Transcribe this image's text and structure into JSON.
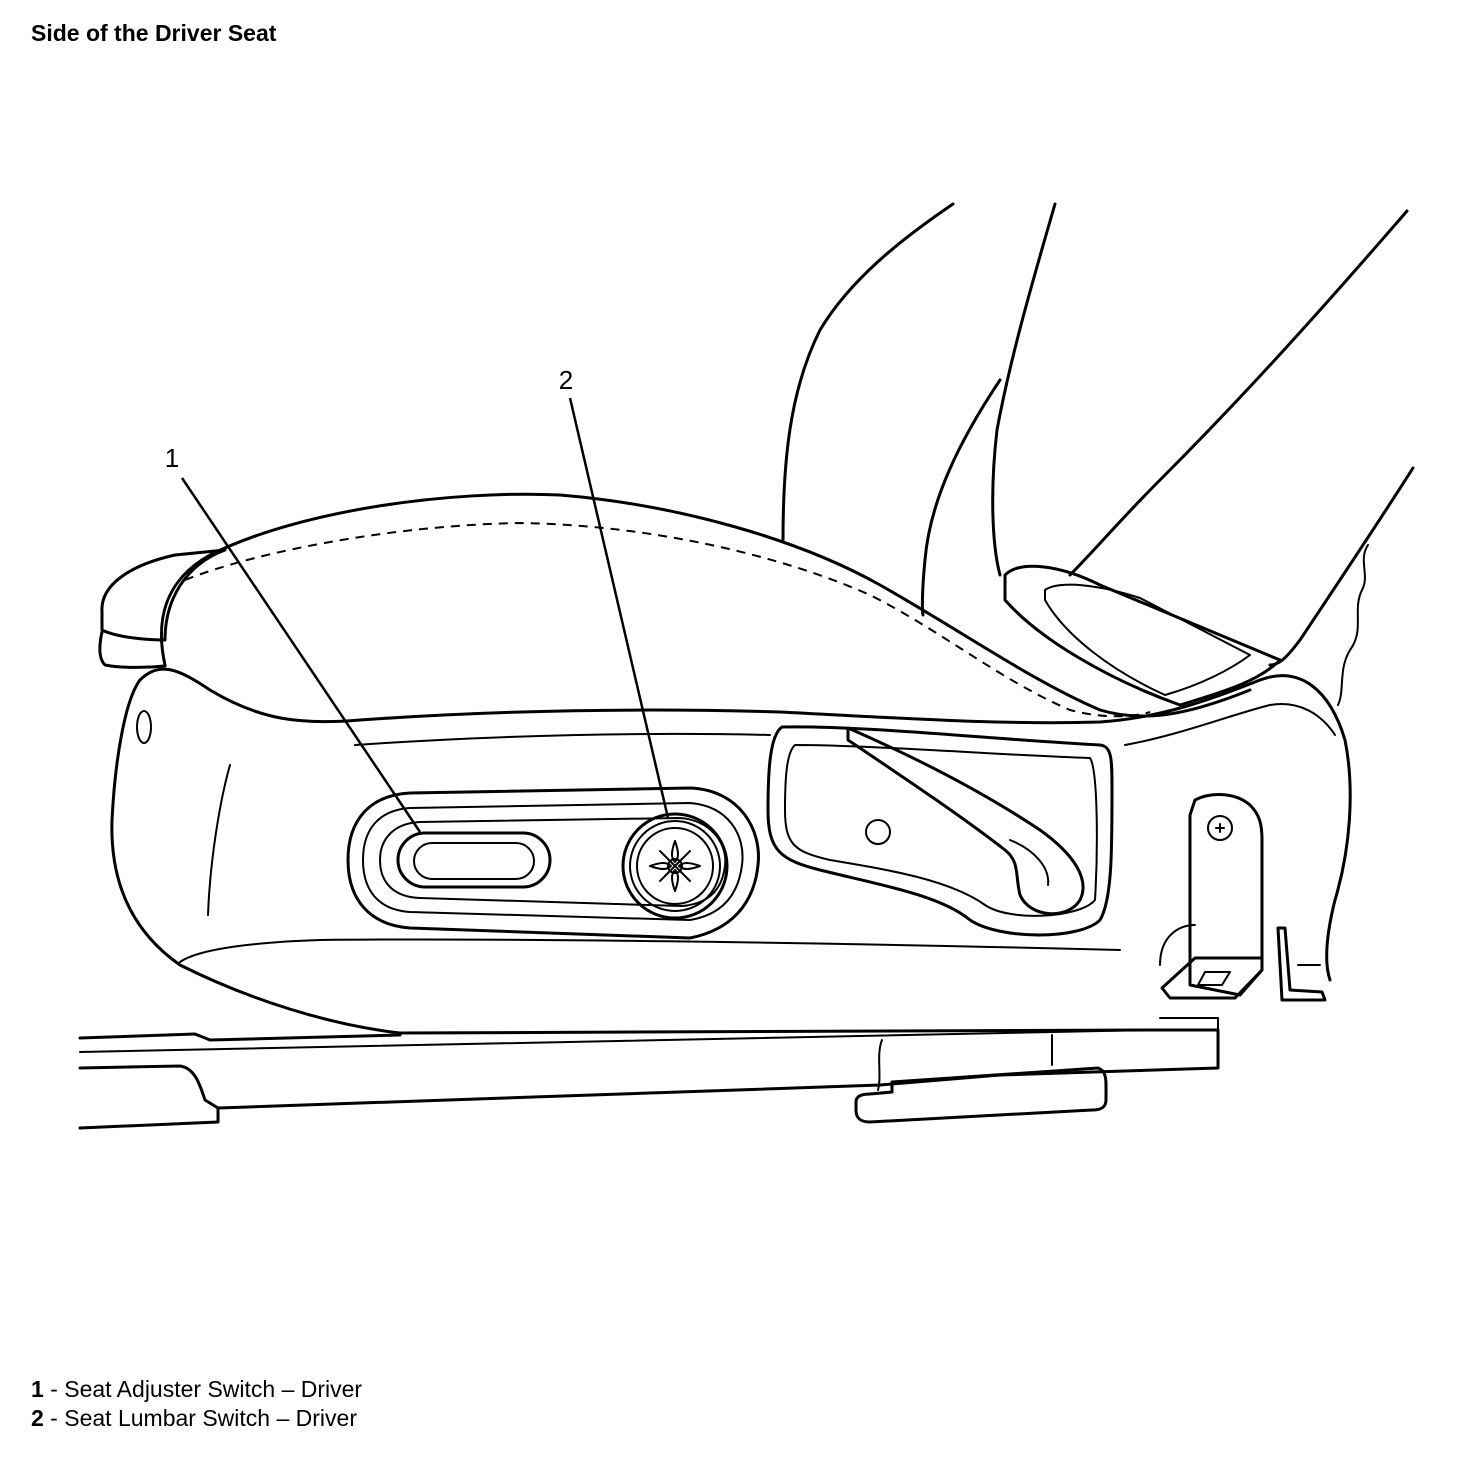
{
  "title": "Side of the Driver Seat",
  "callouts": [
    {
      "number": "1",
      "name": "Seat Adjuster Switch – Driver"
    },
    {
      "number": "2",
      "name": "Seat Lumbar Switch – Driver"
    }
  ],
  "legend_separator": " - "
}
